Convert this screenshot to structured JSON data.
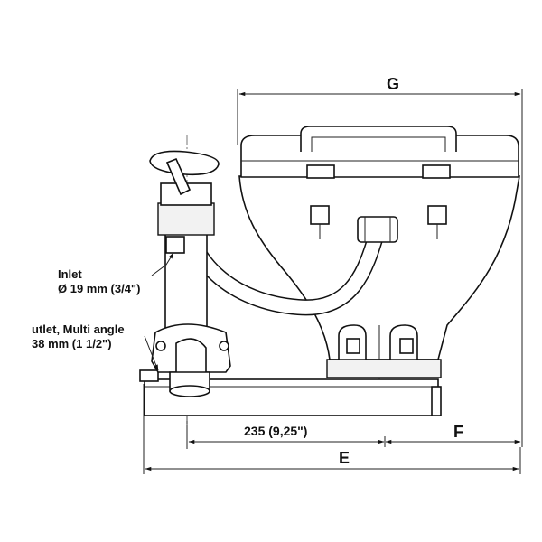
{
  "labels": {
    "dim_g": "G",
    "dim_e": "E",
    "dim_f": "F",
    "dim_235": "235  (9,25\")",
    "inlet_line1": "Inlet",
    "inlet_line2": "Ø 19 mm (3/4\")",
    "outlet_line1": "utlet, Multi angle",
    "outlet_line2": "38 mm (1 1/2\")"
  }
}
